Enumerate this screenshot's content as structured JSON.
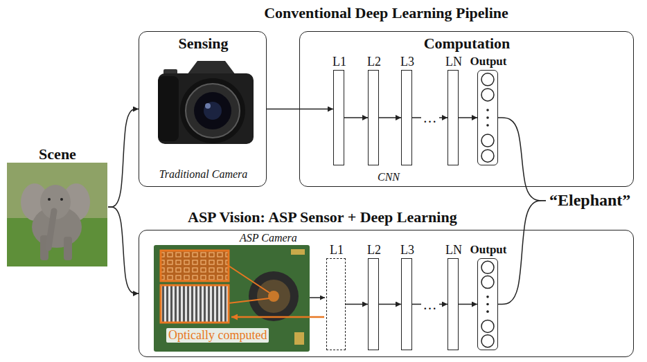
{
  "diagram": {
    "title": "Conventional Deep Learning Pipeline",
    "nodes": [
      {
        "text": [
          "Scene"
        ]
      },
      {
        "text": [
          "Sensing",
          "Traditional Camera"
        ]
      },
      {
        "text": [
          "Computation",
          "CNN"
        ]
      },
      {
        "text": [
          "L1"
        ],
        "in": 2
      },
      {
        "text": [
          "L2"
        ],
        "in": 2
      },
      {
        "text": [
          "L3"
        ],
        "in": 2
      },
      {
        "text": [
          "LN"
        ],
        "in": 2
      },
      {
        "text": [
          "Output"
        ],
        "in": 2
      },
      {
        "text": [
          "“Elephant”"
        ]
      },
      {
        "text": [
          "ASP Vision: ASP Sensor + Deep Learning",
          "ASP Camera"
        ]
      },
      {
        "text": [
          "L1"
        ],
        "in": 9
      },
      {
        "text": [
          "L2"
        ],
        "in": 9
      },
      {
        "text": [
          "L3"
        ],
        "in": 9
      },
      {
        "text": [
          "LN"
        ],
        "in": 9
      },
      {
        "text": [
          "Output"
        ],
        "in": 9
      }
    ],
    "edges": [
      {
        "from": 0,
        "to": 1,
        "arrow": "to"
      },
      {
        "from": 0,
        "to": 9,
        "arrow": "to"
      },
      {
        "from": 1,
        "to": 3,
        "arrow": "to"
      },
      {
        "from": 3,
        "to": 4,
        "arrow": "to"
      },
      {
        "from": 4,
        "to": 5,
        "arrow": "to"
      },
      {
        "from": 5,
        "to": 6,
        "label": "…",
        "arrow": "to"
      },
      {
        "from": 6,
        "to": 7,
        "arrow": "to"
      },
      {
        "from": 7,
        "to": 8,
        "arrow": "none"
      },
      {
        "from": 10,
        "to": 11,
        "arrow": "to"
      },
      {
        "from": 11,
        "to": 12,
        "arrow": "to"
      },
      {
        "from": 12,
        "to": 13,
        "label": "…",
        "arrow": "to"
      },
      {
        "from": 13,
        "to": 14,
        "arrow": "to"
      },
      {
        "from": 14,
        "to": 8,
        "arrow": "none"
      }
    ],
    "labels": [
      "Optically computed"
    ]
  }
}
